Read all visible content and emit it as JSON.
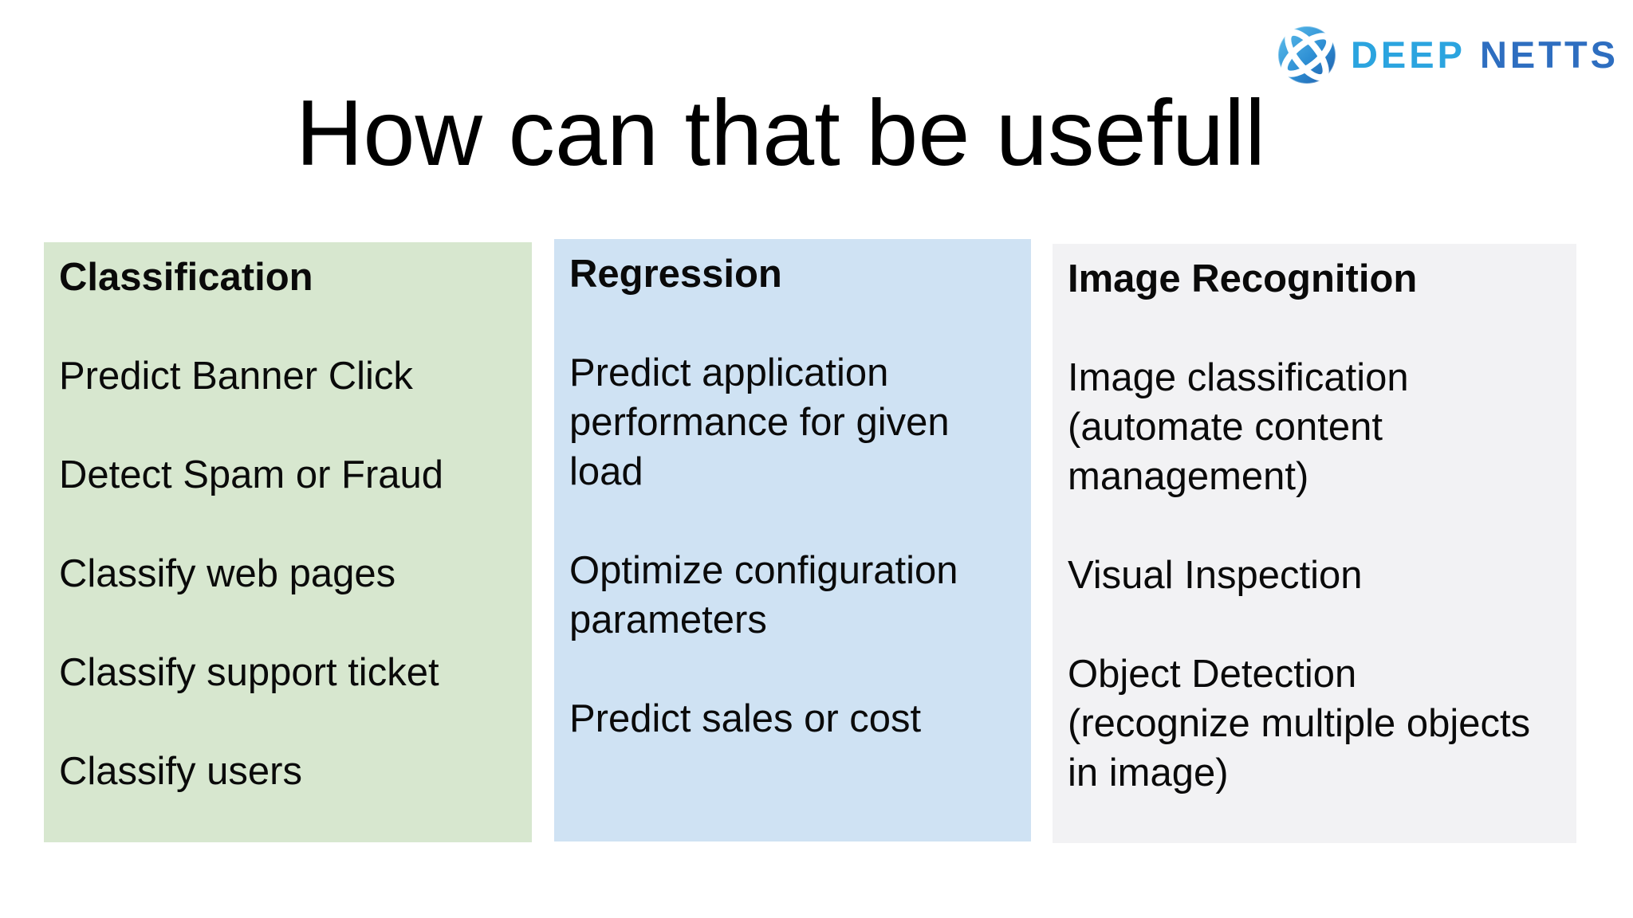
{
  "title": "How can that be usefull",
  "logo": {
    "word1": "DEEP",
    "word2": "NETTS",
    "color_light": "#2ba4df",
    "color_dark": "#2e6ec0",
    "icon": "deepnetts-sphere-icon"
  },
  "columns": [
    {
      "heading": "Classification",
      "bg": "#d7e7cf",
      "items": [
        "Predict Banner Click",
        "Detect Spam or Fraud",
        "Classify web pages",
        "Classify support ticket",
        "Classify users"
      ]
    },
    {
      "heading": "Regression",
      "bg": "#cfe2f3",
      "items": [
        "Predict application performance for given load",
        "Optimize configuration parameters",
        "Predict sales or cost"
      ]
    },
    {
      "heading": "Image Recognition",
      "bg": "#f2f2f4",
      "items": [
        "Image classification\n(automate content management)",
        "Visual Inspection",
        "Object Detection\n(recognize multiple objects in image)"
      ]
    }
  ],
  "text_color": "#0a0a0a",
  "background": "#ffffff"
}
